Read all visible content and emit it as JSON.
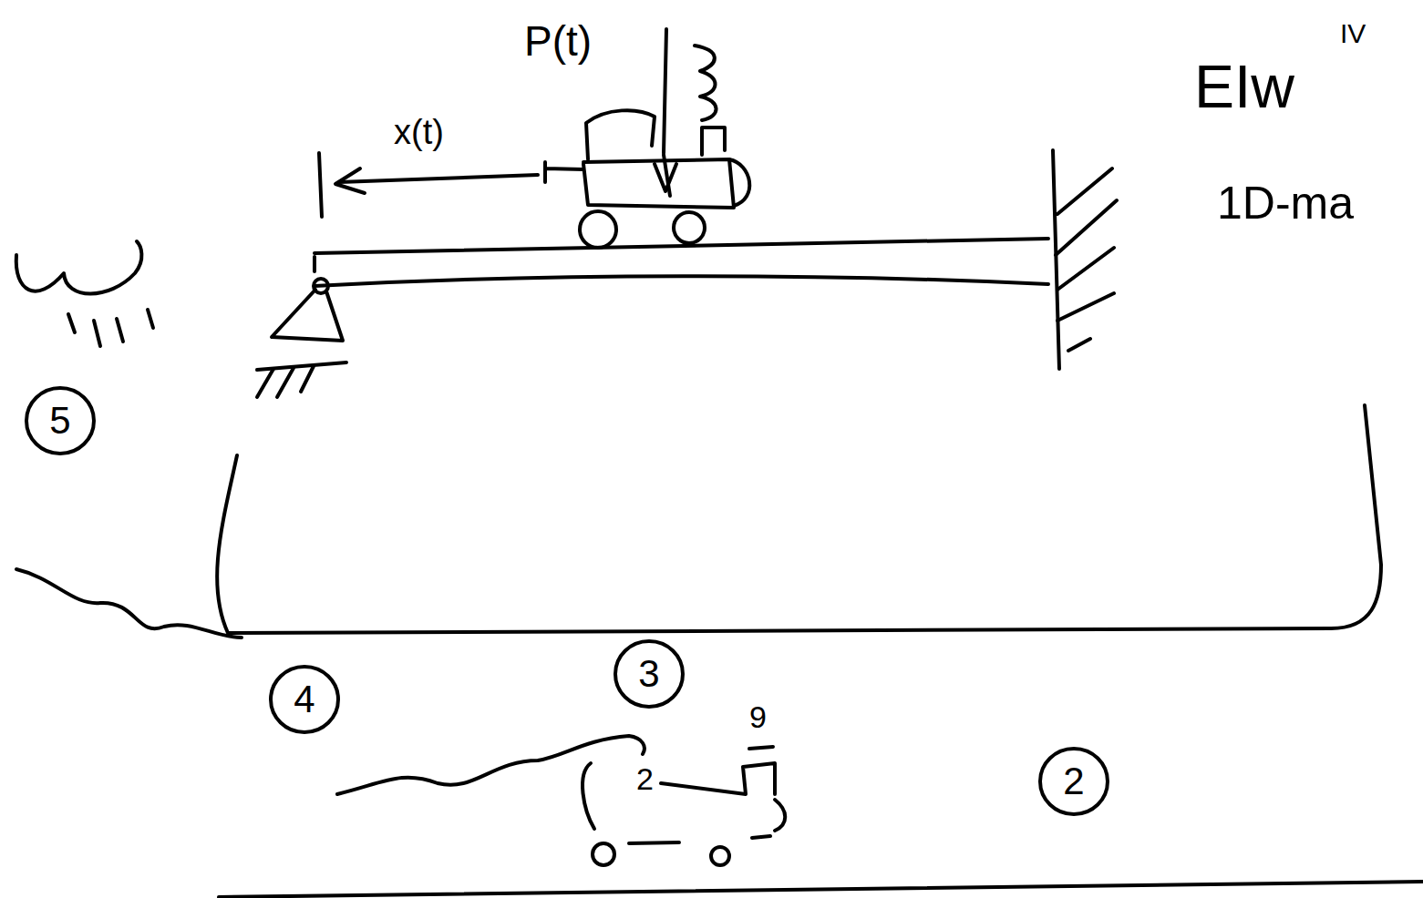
{
  "diagram": {
    "nodes": [
      {
        "text": [
          "5"
        ]
      },
      {
        "text": [
          "4"
        ]
      },
      {
        "text": [
          "3"
        ]
      },
      {
        "text": [
          "2"
        ]
      }
    ],
    "labels": [
      "P(t)",
      "x(t)",
      "EIw",
      "IV",
      "1D-ma",
      "2",
      "9"
    ]
  }
}
